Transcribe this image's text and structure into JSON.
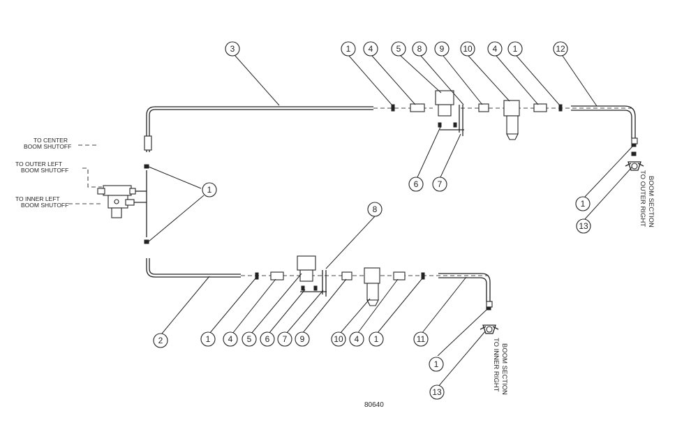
{
  "callouts": [
    "1",
    "2",
    "3",
    "4",
    "5",
    "6",
    "7",
    "8",
    "9",
    "10",
    "11",
    "12",
    "13"
  ],
  "labels": {
    "to_center_l1": "TO CENTER",
    "to_center_l2": "BOOM SHUTOFF",
    "to_outer_left_l1": "TO OUTER LEFT",
    "to_outer_left_l2": "BOOM SHUTOFF",
    "to_inner_left_l1": "TO INNER LEFT",
    "to_inner_left_l2": "BOOM SHUTOFF",
    "outer_right_l1": "BOOM SECTION",
    "outer_right_l2": "TO OUTER RIGHT",
    "inner_right_l1": "BOOM SECTION",
    "inner_right_l2": "TO INNER RIGHT"
  },
  "figure_number": "80640"
}
